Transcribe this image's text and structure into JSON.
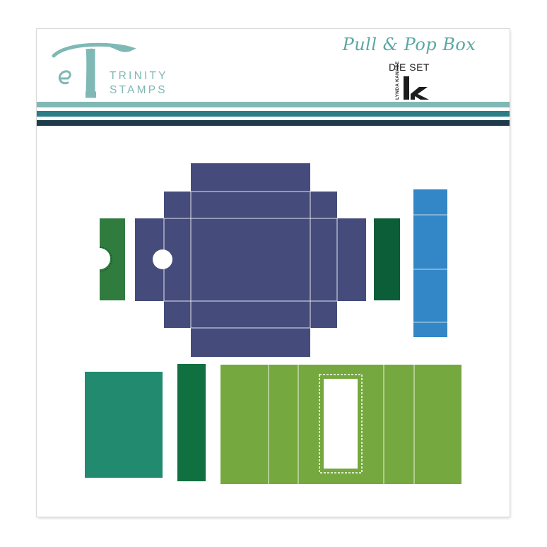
{
  "brand": {
    "monogram": "T",
    "name_line1": "TRINITY",
    "name_line2": "STAMPS",
    "color": "#7fb8b4"
  },
  "product": {
    "title": "Pull & Pop Box",
    "subtitle": "DIE SET",
    "designer_mark": "LK",
    "designer_name": "LYNDA KANASE"
  },
  "stripes": [
    "#7fb8b4",
    "#2b7e86",
    "#1d3b4a"
  ],
  "dies": {
    "box_color": "#454c7c",
    "tab_color": "#2f7c3e",
    "end_strip_color": "#0b5e38",
    "tall_strip_color": "#3387c6",
    "panel_color": "#218a6f",
    "slim_strip_color": "#107040",
    "wrap_color": "#75a83f"
  }
}
